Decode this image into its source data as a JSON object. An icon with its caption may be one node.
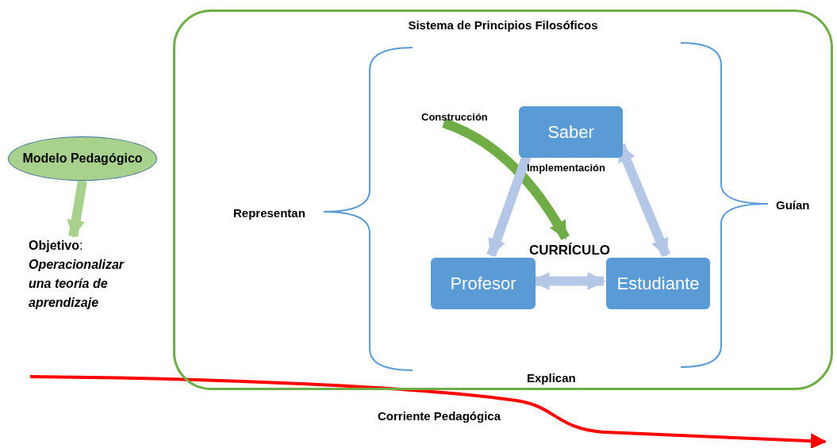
{
  "diagram": {
    "nodes": [
      {
        "text": [
          "Modelo Pedagógico"
        ]
      },
      {
        "text": [
          "**Objetivo**: *Operacionalizar una teoría de aprendizaje*"
        ]
      },
      {
        "text": [
          "Sistema de Principios Filosóficos"
        ]
      },
      {
        "text": [
          "Saber"
        ],
        "in": 2
      },
      {
        "text": [
          "Profesor"
        ],
        "in": 2
      },
      {
        "text": [
          "Estudiante"
        ],
        "in": 2
      },
      {
        "text": [
          "Construcción"
        ],
        "in": 2
      },
      {
        "text": [
          "CURRÍCULO"
        ],
        "in": 2
      }
    ],
    "edges": [
      {
        "from": 0,
        "to": 1,
        "arrow": "to",
        "color": "#a9d18e"
      },
      {
        "from": 6,
        "to": 7,
        "arrow": "to",
        "color": "#70ad47"
      },
      {
        "from": 3,
        "to": 4,
        "arrow": "to",
        "color": "#b4c7e7"
      },
      {
        "from": 3,
        "to": 5,
        "arrow": "both",
        "color": "#b4c7e7"
      },
      {
        "from": 4,
        "to": 5,
        "arrow": "both",
        "color": "#b4c7e7"
      }
    ],
    "labels": [
      "Representan",
      "Implementación",
      "Guían",
      "Explican",
      "Corriente Pedagógica"
    ]
  }
}
